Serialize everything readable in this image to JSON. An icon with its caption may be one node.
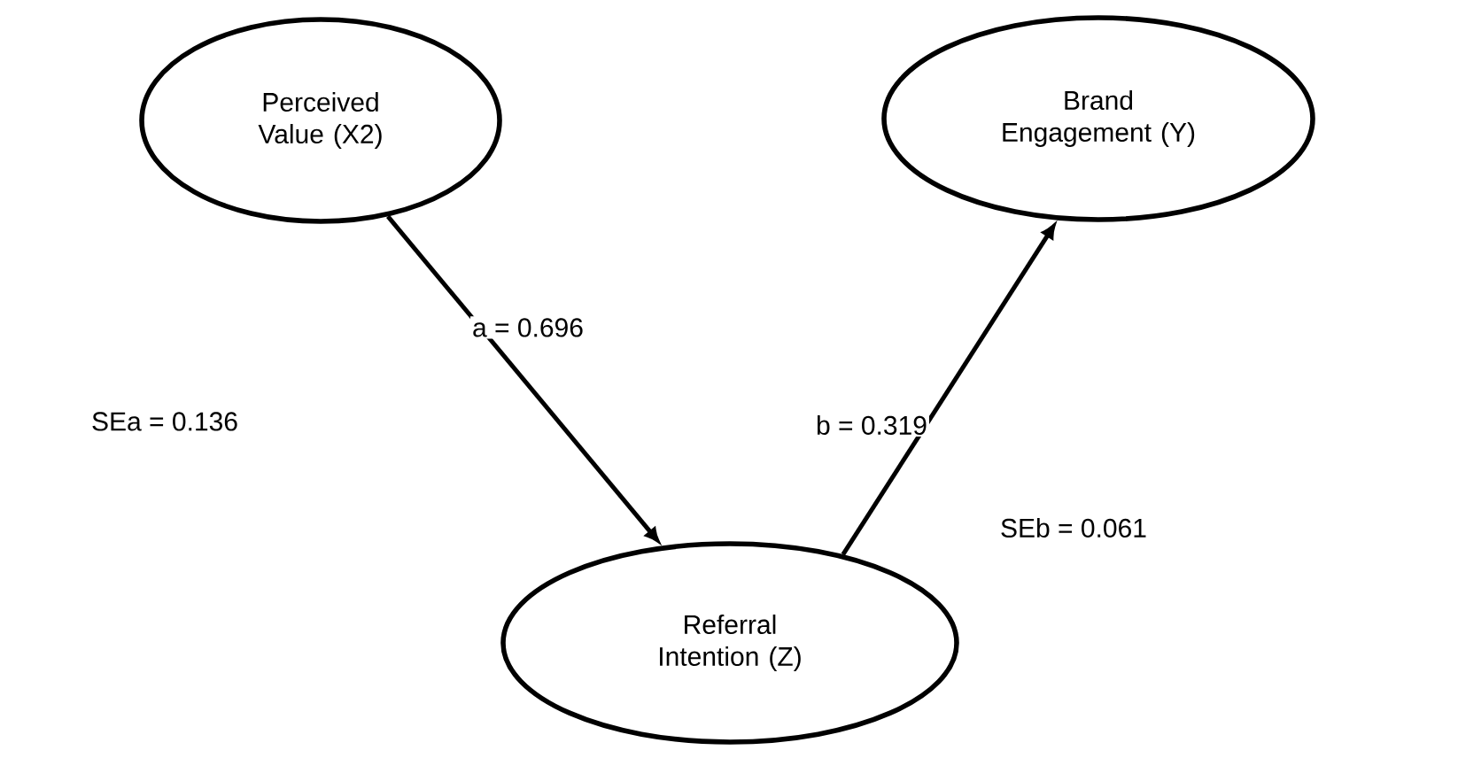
{
  "diagram": {
    "nodes": [
      {
        "text": [
          "Perceived Value (X2)"
        ]
      },
      {
        "text": [
          "Brand Engagement (Y)"
        ]
      },
      {
        "text": [
          "Referral Intention (Z)"
        ]
      }
    ],
    "edges": [
      {
        "from": 0,
        "to": 2,
        "arrow": "to",
        "label": "a = 0.696"
      },
      {
        "from": 2,
        "to": 1,
        "arrow": "to",
        "label": "b = 0.319"
      }
    ],
    "labels": [
      "SEa = 0.136",
      "SEb = 0.061"
    ]
  }
}
